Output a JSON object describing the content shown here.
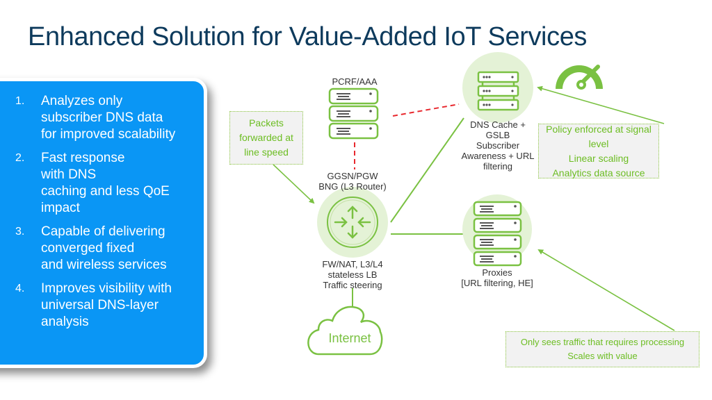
{
  "slide": {
    "title": "Enhanced Solution for Value-Added IoT Services"
  },
  "benefits": [
    {
      "num": "1.",
      "text": "Analyzes only\nsubscriber DNS data\nfor improved scalability"
    },
    {
      "num": "2.",
      "text": "Fast response\nwith DNS\ncaching and less QoE\nimpact"
    },
    {
      "num": "3.",
      "text": "Capable of delivering\nconverged fixed\nand wireless services"
    },
    {
      "num": "4.",
      "text": "Improves visibility with\nuniversal DNS-layer\nanalysis"
    }
  ],
  "nodes": {
    "pcrf": {
      "label": "PCRF/AAA",
      "icon": "server-stack-icon"
    },
    "router": {
      "top_label": "GGSN/PGW\nBNG (L3 Router)",
      "bottom_label": "FW/NAT, L3/L4\nstateless LB\nTraffic steering",
      "icon": "router-icon"
    },
    "dns": {
      "label": "DNS Cache +\nGSLB\nSubscriber\nAwareness + URL\nfiltering",
      "icon": "server-stack-icon"
    },
    "proxies": {
      "label": "Proxies\n[URL filtering, HE]",
      "icon": "server-stack-icon"
    },
    "internet": {
      "label": "Internet",
      "icon": "cloud-icon"
    },
    "speed": {
      "icon": "speedometer-icon"
    }
  },
  "callouts": {
    "packets": "Packets\nforwarded at\nline speed",
    "policy": "Policy enforced at signal level\nLinear scaling\nAnalytics data source",
    "proxies": "Only sees traffic that requires processing\nScales with value"
  },
  "colors": {
    "title": "#0d3a5c",
    "panel_blue": "#0a96f5",
    "accent_green": "#7ac142",
    "light_green": "#e4f2d6",
    "signal_red": "#e8282e"
  }
}
